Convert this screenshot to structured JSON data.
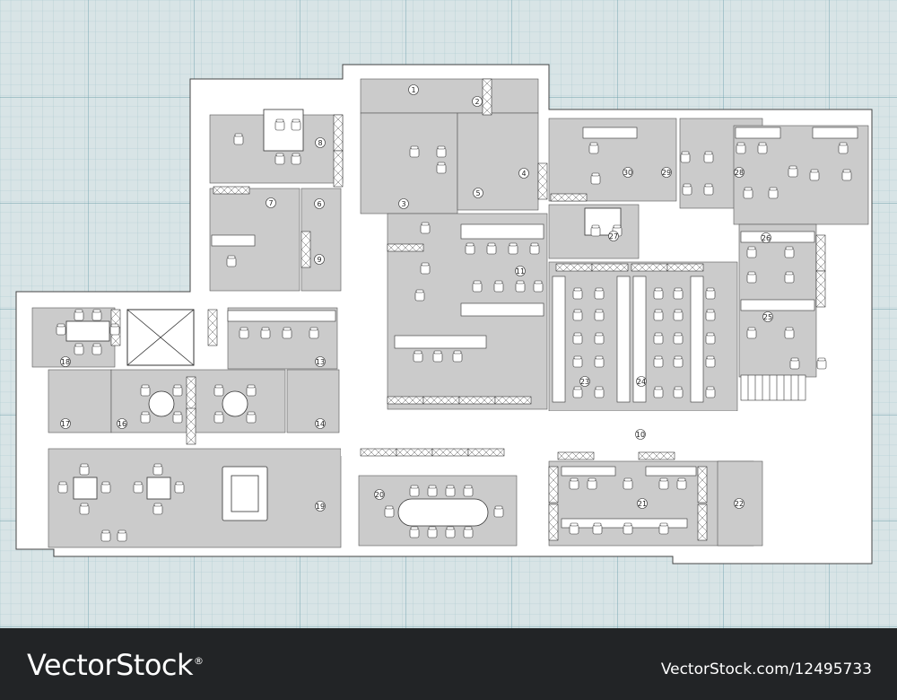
{
  "footer": {
    "brand": "VectorStock",
    "trademark": "®",
    "image_id": "VectorStock.com/12495733"
  },
  "room_numbers": [
    "1",
    "2",
    "3",
    "4",
    "5",
    "6",
    "7",
    "8",
    "9",
    "10",
    "11",
    "13",
    "14",
    "16",
    "17",
    "18",
    "19",
    "20",
    "21",
    "22",
    "23",
    "24",
    "25",
    "26",
    "27",
    "28",
    "29",
    "30"
  ],
  "colors": {
    "blueprint_background": "#d8e4e6",
    "grid_line": "#a9c8ce",
    "grid_major": "#6fa0ab",
    "room_fill": "#cbcbcb",
    "wall": "#ffffff",
    "footer": "#222426"
  }
}
